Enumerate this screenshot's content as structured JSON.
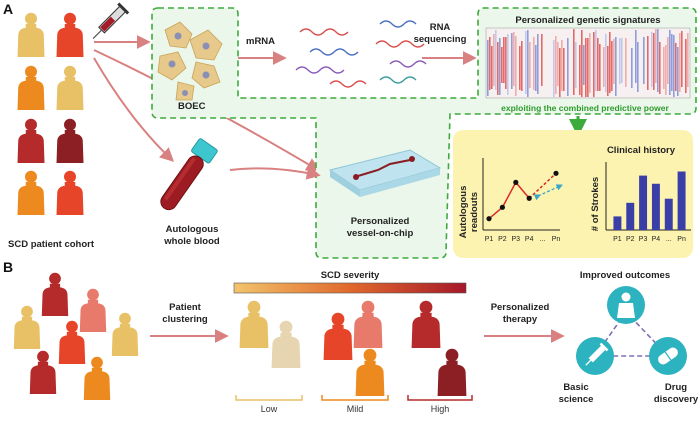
{
  "panels": {
    "a": "A",
    "b": "B"
  },
  "panel_a": {
    "cohort_label": "SCD patient cohort",
    "boec_label": "BOEC",
    "mrna_label": "mRNA",
    "rna_seq_line1": "RNA",
    "rna_seq_line2": "sequencing",
    "signatures_title": "Personalized genetic signatures",
    "combined_power": "exploiting the combined predictive power",
    "blood_line1": "Autologous",
    "blood_line2": "whole blood",
    "chip_line1": "Personalized",
    "chip_line2": "vessel-on-chip",
    "readouts_line1": "Autologous",
    "readouts_line2": "readouts",
    "clinical_title": "Clinical history",
    "strokes_label": "# of Strokes",
    "x_ticks": [
      "P1",
      "P2",
      "P3",
      "P4",
      "...",
      "Pn"
    ]
  },
  "chart_data": [
    {
      "type": "line",
      "title": "",
      "ylabel": "Autologous readouts",
      "categories": [
        "P1",
        "P2",
        "P3",
        "P4",
        "...",
        "Pn"
      ],
      "values": [
        1,
        2,
        4.2,
        2.8,
        null,
        5
      ],
      "ylim": [
        0,
        6
      ]
    },
    {
      "type": "bar",
      "title": "Clinical history",
      "ylabel": "# of Strokes",
      "categories": [
        "P1",
        "P2",
        "P3",
        "P4",
        "...",
        "Pn"
      ],
      "values": [
        1,
        2,
        4,
        3.4,
        2.3,
        4.3
      ],
      "ylim": [
        0,
        5
      ]
    }
  ],
  "panel_b": {
    "severity_label": "SCD severity",
    "clustering_line1": "Patient",
    "clustering_line2": "clustering",
    "therapy_line1": "Personalized",
    "therapy_line2": "therapy",
    "groups": [
      "Low",
      "Mild",
      "High"
    ],
    "outcomes_label": "Improved outcomes",
    "basic_line1": "Basic",
    "basic_line2": "science",
    "drug_line1": "Drug",
    "drug_line2": "discovery"
  },
  "colors": {
    "accent_green": "#4caf50",
    "arrow_red": "#d98080",
    "clinical_bg": "#fdf3b0",
    "bar_blue": "#3a3fa8",
    "teal_circle": "#2db3c0"
  }
}
